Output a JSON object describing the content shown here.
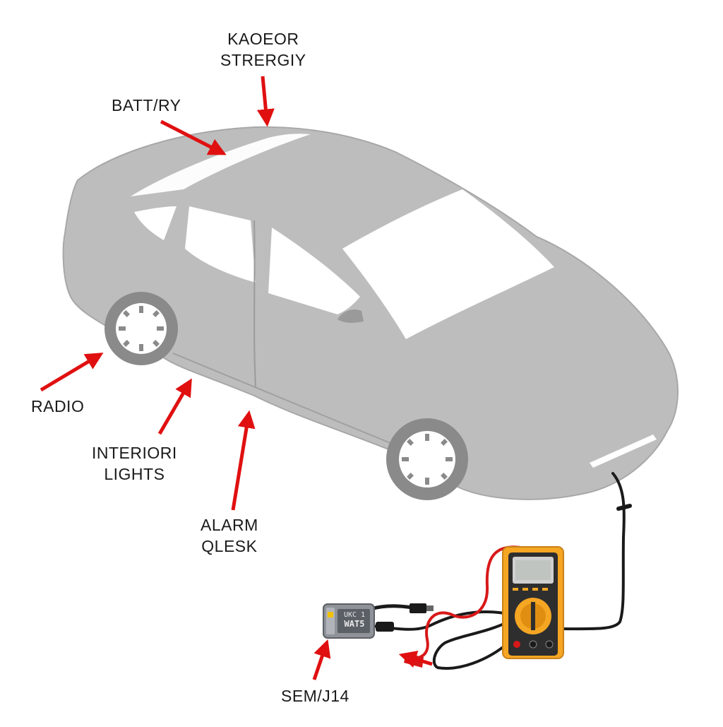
{
  "labels": {
    "top": {
      "line1": "KAOEOR",
      "line2": "STRERGIY"
    },
    "battery": "BATT/RY",
    "radio": "RADIO",
    "interior": {
      "line1": "INTERIORI",
      "line2": "LIGHTS"
    },
    "alarm": {
      "line1": "ALARM",
      "line2": "QLESK"
    },
    "bottom": "SEM/J14"
  },
  "device": {
    "screen_line1": "UKC 1",
    "screen_line2": "WAT5"
  },
  "colors": {
    "background": "#ffffff",
    "car_body": "#bdbdbd",
    "car_edge": "#9e9e9e",
    "glass": "#ffffff",
    "tire": "#8a8a8a",
    "arrow": "#e01010",
    "multimeter": "#f5a623",
    "cable": "#1a1a1a",
    "probe_red": "#d81818"
  },
  "icons": [
    "car-illustration",
    "multimeter-icon",
    "obd-scanner-icon",
    "red-pointer-arrow"
  ]
}
